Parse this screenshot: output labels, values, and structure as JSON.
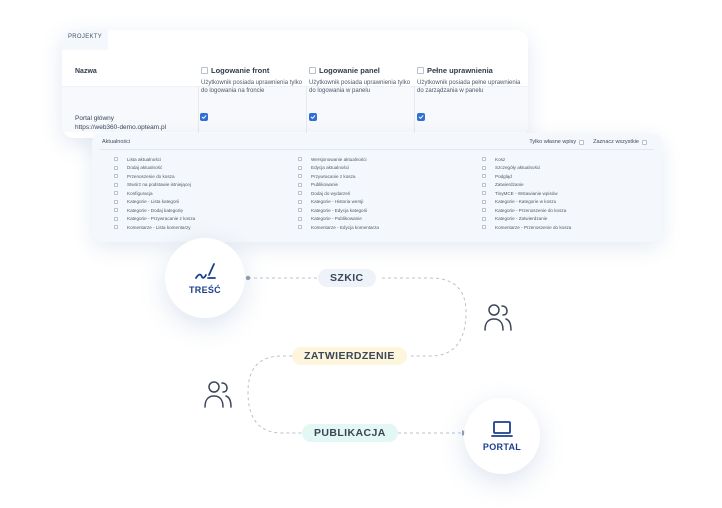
{
  "projects_card": {
    "tab_label": "PROJEKTY",
    "column_name": "Nazwa",
    "columns": [
      {
        "title": "Logowanie front",
        "desc": "Użytkownik posiada uprawnienia tylko do logowania na froncie"
      },
      {
        "title": "Logowanie panel",
        "desc": "Użytkownik posiada uprawnienia tylko do logowania w panelu"
      },
      {
        "title": "Pełne uprawnienia",
        "desc": "Użytkownik posiada pełne uprawnienia do zarządzania w panelu"
      }
    ],
    "row": {
      "name": "Portal główny",
      "url": "https://web360-demo.opteam.pl",
      "checked": [
        true,
        true,
        true
      ]
    }
  },
  "news_card": {
    "title": "Aktualności",
    "only_own": "Tylko własne wpisy",
    "select_all": "Zaznacz wszystkie",
    "col1": [
      "Lista aktualności",
      "Dodaj aktualność",
      "Przenoszenie do kosza",
      "Stwórz na podstawie istniejącej",
      "Konfiguracja",
      "Kategorie - Lista kategorii",
      "Kategorie - Dodaj kategorię",
      "Kategorie - Przywracanie z kosza",
      "Komentarze - Lista komentarzy"
    ],
    "col2": [
      "Wersjonowanie aktualności",
      "Edycja aktualności",
      "Przywracanie z kosza",
      "Publikowanie",
      "Dodaj do wydarzeń",
      "Kategorie - Historia wersji",
      "Kategorie - Edycja kategorii",
      "Kategorie - Publikowanie",
      "Komentarze - Edycja komentarza"
    ],
    "col3": [
      "Kosz",
      "Szczegóły aktualności",
      "Podgląd",
      "Zatwierdzanie",
      "TinyMCE - Wstawianie wpisów",
      "Kategorie - Kategorie w koszu",
      "Kategorie - Przenoszenie do kosza",
      "Kategorie - Zatwierdzanie",
      "Komentarze - Przenoszenie do kosza"
    ]
  },
  "workflow": {
    "source": {
      "label": "TREŚĆ",
      "icon": "pen-icon"
    },
    "target": {
      "label": "PORTAL",
      "icon": "laptop-icon"
    },
    "steps": [
      "SZKIC",
      "ZATWIERDZENIE",
      "PUBLIKACJA"
    ],
    "colors": {
      "primary": "#1d3f8e",
      "szkic_bg": "#eef3f9",
      "zatwierdzenie_bg": "#fdf6dc",
      "publikacja_bg": "#e3f7f4",
      "line": "#b8c2cf"
    }
  }
}
